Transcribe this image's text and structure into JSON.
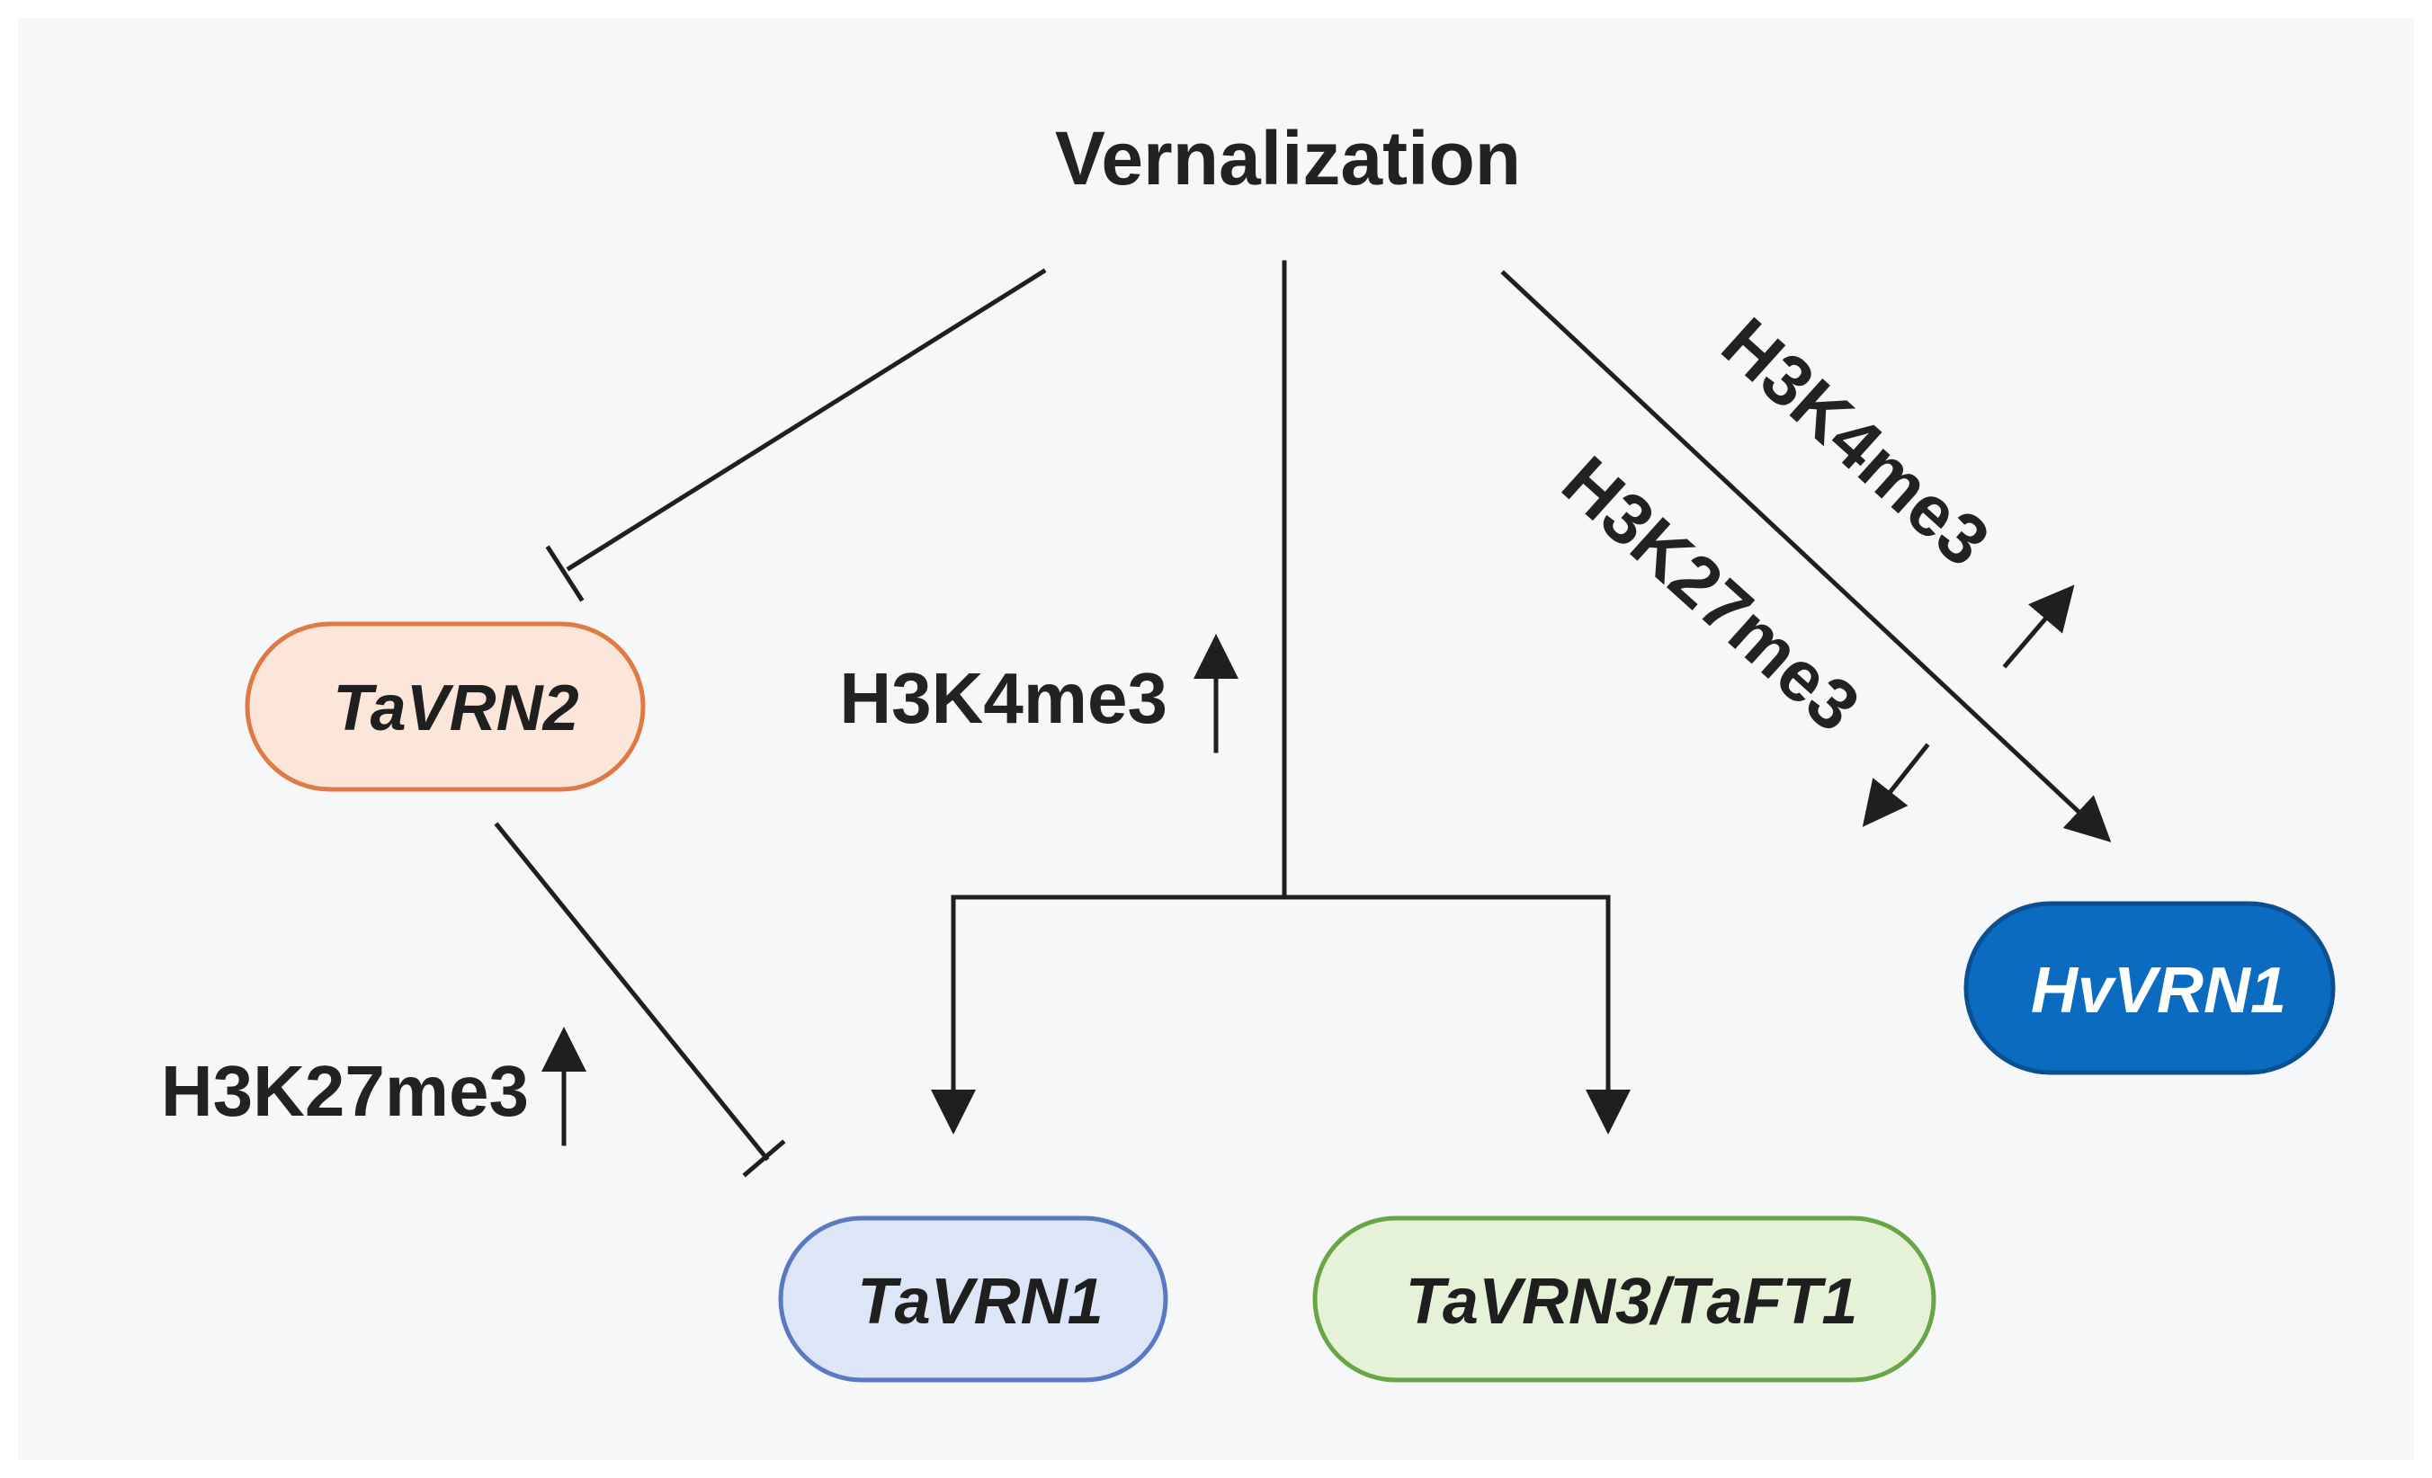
{
  "title": "Vernalization",
  "nodes": {
    "tavrn2": {
      "label": "TaVRN2",
      "fill": "#fbe6d9",
      "stroke": "#e07a45",
      "text_color": "#1f1f1f"
    },
    "tavrn1": {
      "label": "TaVRN1",
      "fill": "#dde6f7",
      "stroke": "#5b78c2",
      "text_color": "#1f1f1f"
    },
    "tavrn3": {
      "label": "TaVRN3/TaFT1",
      "fill": "#e5f2d8",
      "stroke": "#6aa545",
      "text_color": "#1f1f1f"
    },
    "hvvrn1": {
      "label": "HvVRN1",
      "fill": "#0b6bc1",
      "stroke": "#0a4f91",
      "text_color": "#ffffff"
    }
  },
  "marks": {
    "center_h3k4me3": "H3K4me3",
    "left_h3k27me3": "H3K27me3",
    "diag_h3k4me3": "H3K4me3",
    "diag_h3k27me3": "H3K27me3"
  },
  "colors": {
    "background": "#f6f7f9",
    "line": "#1f1f1f"
  }
}
